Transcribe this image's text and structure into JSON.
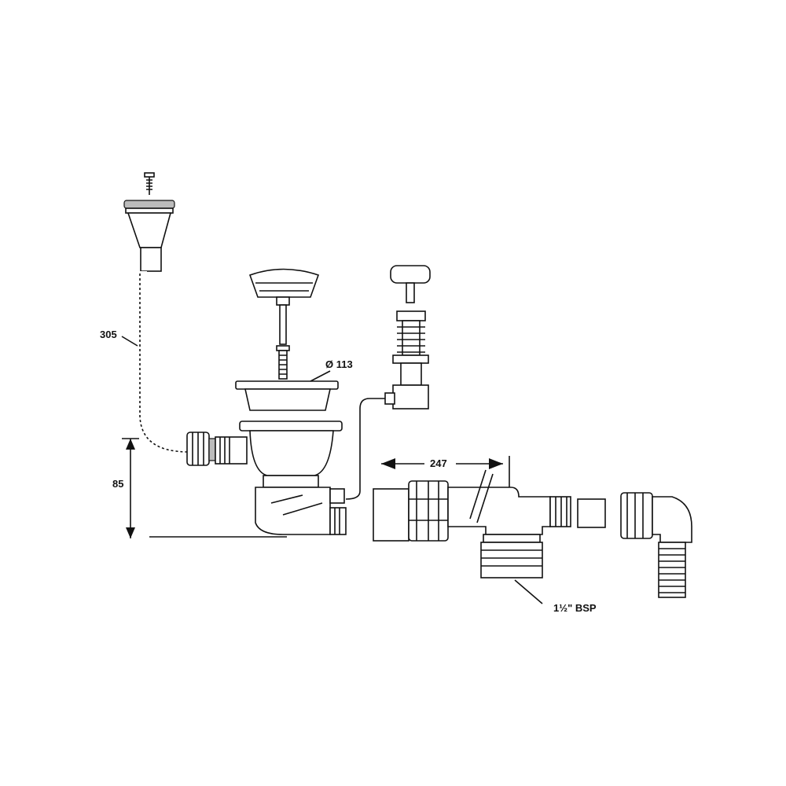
{
  "diagram": {
    "title": "Sink waste kit with overflow and trap",
    "dimensions": {
      "overflow_hose_length": "305",
      "outlet_height": "85",
      "basket_diameter": "Ø 113",
      "trap_width": "247",
      "trap_thread": "1½\" BSP"
    }
  }
}
